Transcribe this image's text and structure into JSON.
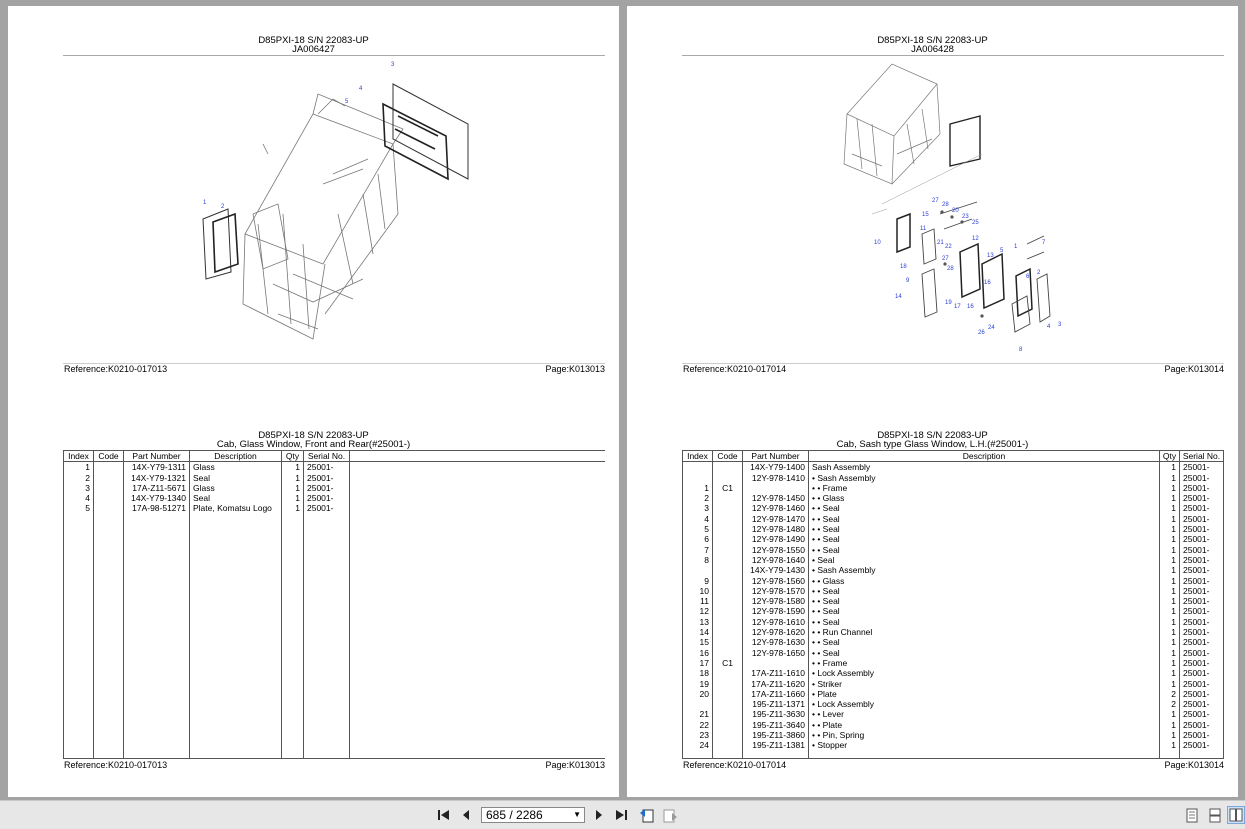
{
  "left": {
    "top_sheet": {
      "model": "D85PXI-18 S/N 22083-UP",
      "drawing_code": "JA006427",
      "reference": "Reference:K0210-017013",
      "page": "Page:K013013"
    },
    "bottom_sheet": {
      "model": "D85PXI-18 S/N 22083-UP",
      "subtitle": "Cab, Glass Window, Front and Rear(#25001-)",
      "columns": [
        "Index",
        "Code",
        "Part Number",
        "Description",
        "Qty",
        "Serial No."
      ],
      "rows": [
        [
          "1",
          "",
          "14X-Y79-1311",
          "Glass",
          "1",
          "25001-"
        ],
        [
          "2",
          "",
          "14X-Y79-1321",
          "Seal",
          "1",
          "25001-"
        ],
        [
          "3",
          "",
          "17A-Z11-5671",
          "Glass",
          "1",
          "25001-"
        ],
        [
          "4",
          "",
          "14X-Y79-1340",
          "Seal",
          "1",
          "25001-"
        ],
        [
          "5",
          "",
          "17A-98-51271",
          "Plate, Komatsu Logo",
          "1",
          "25001-"
        ]
      ],
      "reference": "Reference:K0210-017013",
      "page": "Page:K013013"
    }
  },
  "right": {
    "top_sheet": {
      "model": "D85PXI-18 S/N 22083-UP",
      "drawing_code": "JA006428",
      "reference": "Reference:K0210-017014",
      "page": "Page:K013014"
    },
    "bottom_sheet": {
      "model": "D85PXI-18 S/N 22083-UP",
      "subtitle": "Cab, Sash type Glass Window, L.H.(#25001-)",
      "columns": [
        "Index",
        "Code",
        "Part Number",
        "Description",
        "Qty",
        "Serial No."
      ],
      "rows": [
        [
          "",
          "",
          "14X-Y79-1400",
          "Sash Assembly",
          "1",
          "25001-"
        ],
        [
          "",
          "",
          "12Y-978-1410",
          "• Sash Assembly",
          "1",
          "25001-"
        ],
        [
          "1",
          "C1",
          "",
          "• • Frame",
          "1",
          "25001-"
        ],
        [
          "2",
          "",
          "12Y-978-1450",
          "• • Glass",
          "1",
          "25001-"
        ],
        [
          "3",
          "",
          "12Y-978-1460",
          "• • Seal",
          "1",
          "25001-"
        ],
        [
          "4",
          "",
          "12Y-978-1470",
          "• • Seal",
          "1",
          "25001-"
        ],
        [
          "5",
          "",
          "12Y-978-1480",
          "• • Seal",
          "1",
          "25001-"
        ],
        [
          "6",
          "",
          "12Y-978-1490",
          "• • Seal",
          "1",
          "25001-"
        ],
        [
          "7",
          "",
          "12Y-978-1550",
          "• • Seal",
          "1",
          "25001-"
        ],
        [
          "8",
          "",
          "12Y-978-1640",
          "• Seal",
          "1",
          "25001-"
        ],
        [
          "",
          "",
          "14X-Y79-1430",
          "• Sash Assembly",
          "1",
          "25001-"
        ],
        [
          "9",
          "",
          "12Y-978-1560",
          "• • Glass",
          "1",
          "25001-"
        ],
        [
          "10",
          "",
          "12Y-978-1570",
          "• • Seal",
          "1",
          "25001-"
        ],
        [
          "11",
          "",
          "12Y-978-1580",
          "• • Seal",
          "1",
          "25001-"
        ],
        [
          "12",
          "",
          "12Y-978-1590",
          "• • Seal",
          "1",
          "25001-"
        ],
        [
          "13",
          "",
          "12Y-978-1610",
          "• • Seal",
          "1",
          "25001-"
        ],
        [
          "14",
          "",
          "12Y-978-1620",
          "• • Run Channel",
          "1",
          "25001-"
        ],
        [
          "15",
          "",
          "12Y-978-1630",
          "• • Seal",
          "1",
          "25001-"
        ],
        [
          "16",
          "",
          "12Y-978-1650",
          "• • Seal",
          "1",
          "25001-"
        ],
        [
          "17",
          "C1",
          "",
          "• • Frame",
          "1",
          "25001-"
        ],
        [
          "18",
          "",
          "17A-Z11-1610",
          "• Lock Assembly",
          "1",
          "25001-"
        ],
        [
          "19",
          "",
          "17A-Z11-1620",
          "• Striker",
          "1",
          "25001-"
        ],
        [
          "20",
          "",
          "17A-Z11-1660",
          "• Plate",
          "2",
          "25001-"
        ],
        [
          "",
          "",
          "195-Z11-1371",
          "• Lock Assembly",
          "2",
          "25001-"
        ],
        [
          "21",
          "",
          "195-Z11-3630",
          "• • Lever",
          "1",
          "25001-"
        ],
        [
          "22",
          "",
          "195-Z11-3640",
          "• • Plate",
          "1",
          "25001-"
        ],
        [
          "23",
          "",
          "195-Z11-3860",
          "• • Pin, Spring",
          "1",
          "25001-"
        ],
        [
          "24",
          "",
          "195-Z11-1381",
          "• Stopper",
          "1",
          "25001-"
        ]
      ],
      "reference": "Reference:K0210-017014",
      "page": "Page:K013014"
    }
  },
  "toolbar": {
    "page_value": "685 / 2286"
  },
  "icons": {
    "first": "first-page-icon",
    "prev": "previous-page-icon",
    "next": "next-page-icon",
    "last": "last-page-icon",
    "back": "go-back-icon",
    "forward": "go-forward-icon",
    "single": "single-page-view-icon",
    "continuous": "continuous-view-icon",
    "facing": "facing-pages-view-icon"
  },
  "drawing_callouts_left": [
    "1",
    "2",
    "3",
    "4",
    "5"
  ],
  "drawing_callouts_right": [
    "1",
    "2",
    "3",
    "4",
    "5",
    "6",
    "7",
    "8",
    "9",
    "10",
    "11",
    "12",
    "13",
    "14",
    "15",
    "16",
    "17",
    "18",
    "19",
    "20",
    "21",
    "22",
    "23",
    "24",
    "25",
    "26",
    "27",
    "28"
  ]
}
